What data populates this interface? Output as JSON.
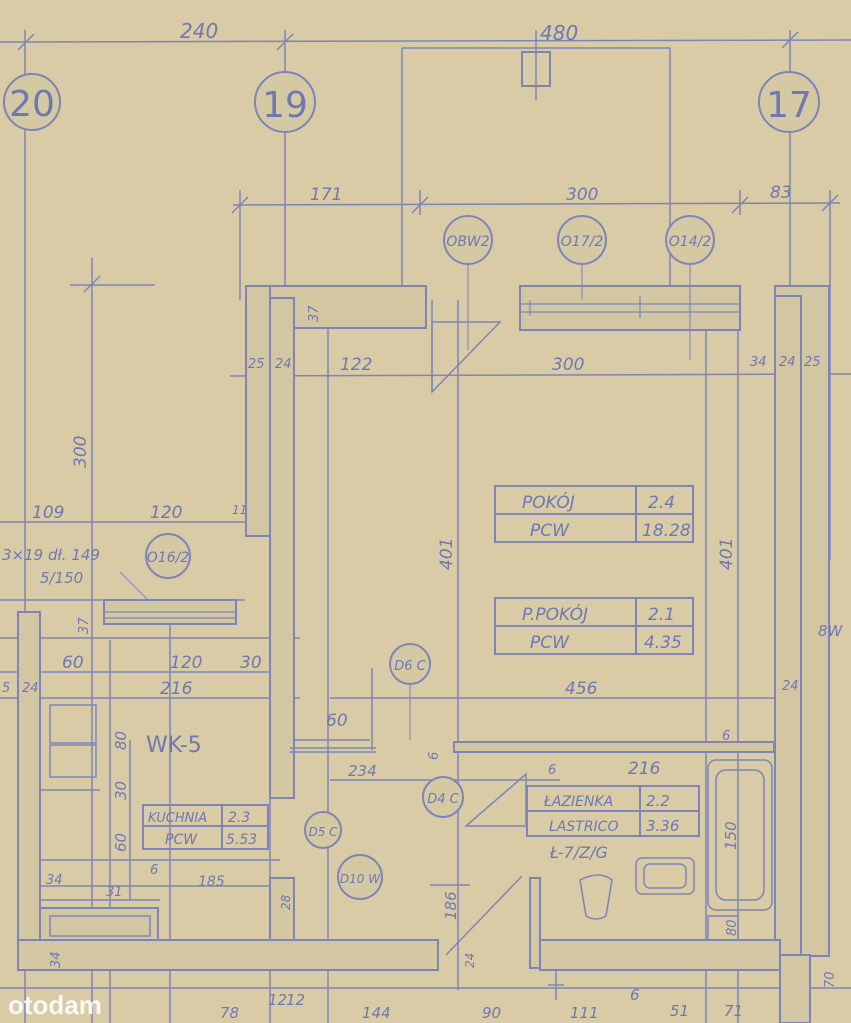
{
  "axes": [
    {
      "label": "20"
    },
    {
      "label": "19"
    },
    {
      "label": "17"
    }
  ],
  "dimensions": {
    "top_240": "240",
    "top_480": "480",
    "d171": "171",
    "d300_top": "300",
    "d83": "83",
    "d37": "37",
    "d25_left": "25",
    "d24_left": "24",
    "d122": "122",
    "d300_mid": "300",
    "d34": "34",
    "d24_right": "24",
    "d25_right": "25",
    "d300_vertical": "300",
    "d109": "109",
    "d120_top": "120",
    "d11": "11",
    "d401_left": "401",
    "d401_right": "401",
    "d37_low": "37",
    "d60": "60",
    "d120_low": "120",
    "d30": "30",
    "d5_edge": "5",
    "d24_edge": "24",
    "d216_left": "216",
    "d456": "456",
    "d24_lower_right": "24",
    "d60_hall": "60",
    "d80_vert": "80",
    "d30_vert": "30",
    "d60_vert": "60",
    "d234": "234",
    "d6_a": "6",
    "d6_b": "6",
    "d216_bath": "216",
    "d6_c": "6",
    "d150": "150",
    "d6_small": "6",
    "d185": "185",
    "d34_low": "34",
    "d31": "31",
    "d186": "186",
    "d24_bottom": "24",
    "d28": "28",
    "d80_bath": "80",
    "d70": "70",
    "d8w": "8W",
    "b78": "78",
    "b12a": "12",
    "b12b": "12",
    "b144": "144",
    "b90": "90",
    "b111": "111",
    "b6": "6",
    "b51": "51",
    "b71": "71",
    "b34": "34"
  },
  "openings": {
    "ob": "OBW2",
    "o17": "O17/2",
    "o14": "O14/2",
    "o16": "O16/2",
    "d6": "D6 C",
    "d4": "D4 C",
    "d5": "D5 C",
    "d10": "D10 W"
  },
  "notes": {
    "note1": "3×19 dł. 149",
    "note2": "5/150",
    "unit": "WK-5",
    "bath_code": "Ł-7/Z/G"
  },
  "rooms": [
    {
      "name": "POKÓJ",
      "number": "2.4",
      "floor": "PCW",
      "area": "18.28"
    },
    {
      "name": "P.POKÓJ",
      "number": "2.1",
      "floor": "PCW",
      "area": "4.35"
    },
    {
      "name": "KUCHNIA",
      "number": "2.3",
      "floor": "PCW",
      "area": "5.53"
    },
    {
      "name": "ŁAZIENKA",
      "number": "2.2",
      "floor": "LASTRICO",
      "area": "3.36"
    }
  ],
  "watermark": "otodam"
}
